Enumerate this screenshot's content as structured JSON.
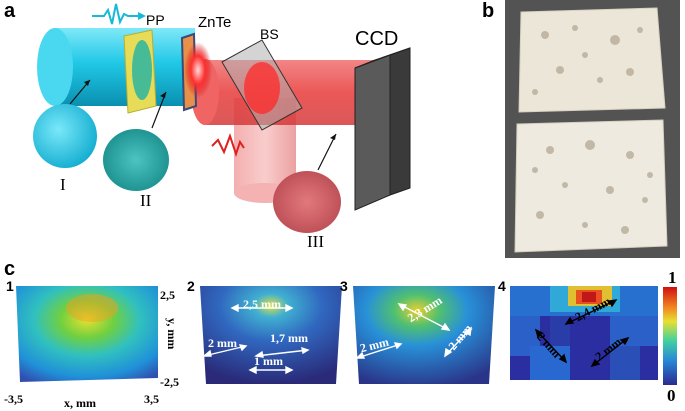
{
  "panels": {
    "a": "a",
    "b": "b",
    "c": "c"
  },
  "setup": {
    "pp": "PP",
    "znte": "ZnTe",
    "bs": "BS",
    "ccd": "CCD",
    "beam_I": "I",
    "beam_II": "II",
    "beam_III": "III"
  },
  "maps": {
    "sub1": "1",
    "sub2": "2",
    "sub3": "3",
    "sub4": "4",
    "y_top": "2,5",
    "y_bottom": "-2,5",
    "y_label": "y, mm",
    "x_left": "-3,5",
    "x_right": "3,5",
    "x_label": "x, mm",
    "m2_a": "2,5 mm",
    "m2_b": "2 mm",
    "m2_c": "1,7 mm",
    "m2_d": "1 mm",
    "m3_a": "2,3 mm",
    "m3_b": "2 mm",
    "m3_c": "2 mm",
    "m4_a": "2,4 mm",
    "m4_b": "2 mm",
    "m4_c": "2 mm",
    "cb_max": "1",
    "cb_min": "0"
  },
  "colors": {
    "beam_cyan": "#1ec8e8",
    "beam_red": "#e8282a",
    "pp_yellow": "#e8e05a",
    "ccd_gray": "#555555",
    "foam_white": "#eeeae0"
  }
}
